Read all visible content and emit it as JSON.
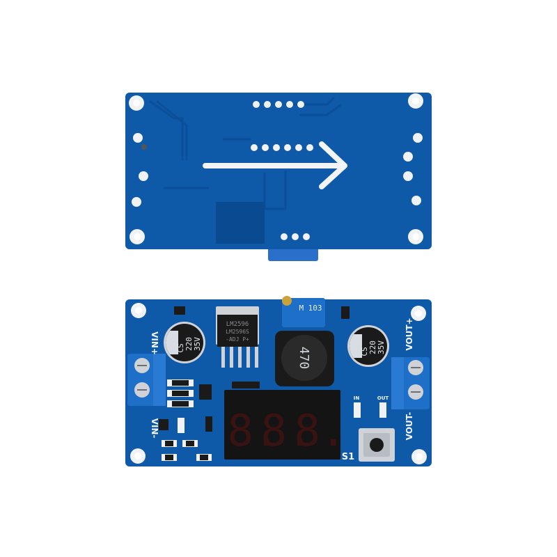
{
  "board_colors": {
    "pcb_blue": "#0e5aa8",
    "pcb_blue_dark": "#0a4a90",
    "trace_blue": "#0b4f9a",
    "pad_white": "#f0f2f6",
    "hole": "#ffffff",
    "terminal_blue": "#1d6fc7",
    "display_black": "#141414",
    "segment_red": "#3a1212",
    "cap_black": "#1a1a1a",
    "cap_silver": "#cfd3d8"
  },
  "back_board": {
    "arrow_direction": "right"
  },
  "front_board": {
    "labels": {
      "vin_plus": "VIN+",
      "vin_minus": "VIN-",
      "vout_plus": "VOUT+",
      "vout_minus": "VOUT-",
      "button": "S1",
      "in_led": "IN",
      "out_led": "OUT"
    },
    "capacitor_left": [
      "CS",
      "220",
      "35V"
    ],
    "capacitor_right": [
      "CS",
      "220",
      "35V"
    ],
    "inductor": "470",
    "potentiometer": "M 103",
    "regulator_chip": [
      "LM2596",
      "LM2596S",
      "-ADJ P+"
    ],
    "display_digits": [
      "8.",
      "8.",
      "8."
    ]
  }
}
